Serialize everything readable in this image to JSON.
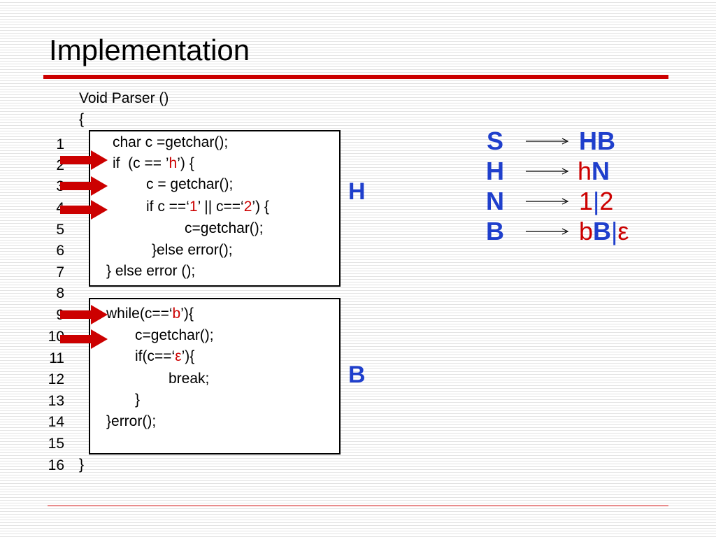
{
  "title": "Implementation",
  "colors": {
    "accent_red": "#cc0000",
    "blue": "#1f3fcc"
  },
  "code": {
    "header": "Void Parser ()",
    "open_brace": "{",
    "close_brace": "}",
    "box_h": {
      "l1": "char c =getchar();",
      "l2": {
        "pre": "if  (c == ’",
        "ch": "h",
        "post": "’) {"
      },
      "l3": "c = getchar();",
      "l4": {
        "pre": "if c ==‘",
        "ch1": "1",
        "mid": "’ || c==‘",
        "ch2": "2",
        "post": "’) {"
      },
      "l5": "c=getchar();",
      "l6": "}else error();",
      "l7": "} else error ();"
    },
    "box_b": {
      "l1": {
        "pre": "while(c==‘",
        "ch": "b",
        "post": "’){"
      },
      "l2": "c=getchar();",
      "l3": {
        "pre": "if(c==‘",
        "ch": "ε",
        "post": "’){"
      },
      "l4": "break;",
      "l5": "}",
      "l6": "}error();"
    }
  },
  "line_numbers": [
    "1",
    "2",
    "3",
    "4",
    "5",
    "6",
    "7",
    "8",
    "9",
    "10",
    "11",
    "12",
    "13",
    "14",
    "15",
    "16"
  ],
  "box_labels": {
    "h": "H",
    "b": "B"
  },
  "grammar": [
    {
      "lhs": "S",
      "rhs": [
        {
          "t": "HB",
          "s": "bold"
        }
      ]
    },
    {
      "lhs": "H",
      "rhs": [
        {
          "t": "h",
          "s": "red"
        },
        {
          "t": "N",
          "s": "bold"
        }
      ]
    },
    {
      "lhs": "N",
      "rhs": [
        {
          "t": "1",
          "s": "red"
        },
        {
          "t": "|",
          "s": "blue"
        },
        {
          "t": "2",
          "s": "red"
        }
      ]
    },
    {
      "lhs": "B",
      "rhs": [
        {
          "t": "b",
          "s": "red"
        },
        {
          "t": "B",
          "s": "bold"
        },
        {
          "t": "|",
          "s": "blue"
        },
        {
          "t": "ε",
          "s": "red"
        }
      ]
    }
  ]
}
